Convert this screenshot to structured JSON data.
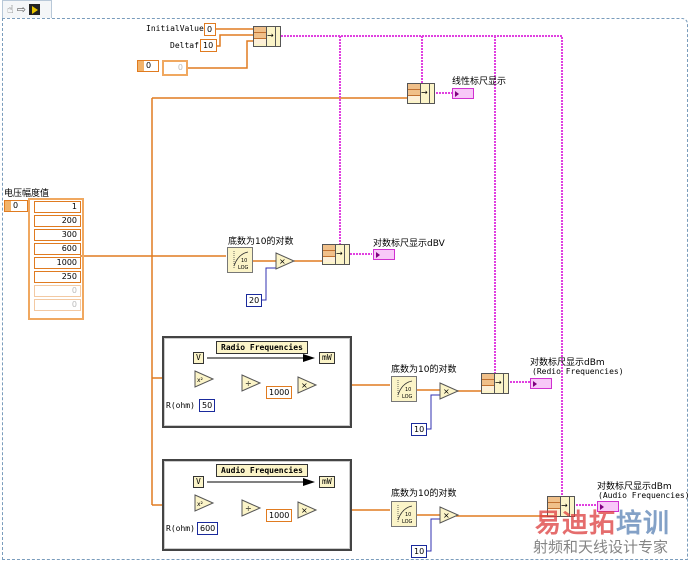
{
  "toolbar": {
    "icons": [
      "hand-icon",
      "arrow-right-icon",
      "run-icon"
    ],
    "hand_glyph": "☝",
    "arrow_glyph": "⇨"
  },
  "controls": {
    "initial_value": {
      "label": "InitialValue",
      "value": "0"
    },
    "deltaf": {
      "label": "Deltaf",
      "value": "10"
    },
    "top_array": {
      "index": "0",
      "first_value": "0"
    }
  },
  "voltage_array": {
    "label": "电压幅度值",
    "index": "0",
    "values": [
      "1",
      "200",
      "300",
      "600",
      "1000",
      "250"
    ],
    "empty_values": [
      "0",
      "0"
    ]
  },
  "indicators": {
    "linear": {
      "label": "线性标尺显示"
    },
    "log_dbv": {
      "label": "对数标尺显示dBV"
    },
    "log_dbm_radio": {
      "label_line1": "对数标尺显示dBm",
      "label_line2": "(Redio Frequencies)"
    },
    "log_dbm_audio": {
      "label_line1": "对数标尺显示dBm",
      "label_line2": "(Audio Frequencies)"
    }
  },
  "log_nodes": {
    "label": "底数为10的对数",
    "glyph_top": "10",
    "glyph_bottom": "LOG"
  },
  "constants": {
    "dbv_multiplier": "20",
    "radio_multiplier": "10",
    "audio_multiplier": "10",
    "radio_resistance": "50",
    "audio_resistance": "600",
    "radio_scale": "1000",
    "audio_scale": "1000"
  },
  "radio_structure": {
    "title": "Radio Frequencies",
    "from_unit": "V",
    "to_unit": "mW",
    "r_label": "R(ohm)"
  },
  "audio_structure": {
    "title": "Audio Frequencies",
    "from_unit": "V",
    "to_unit": "mW",
    "r_label": "R(ohm)"
  },
  "primitives": {
    "square": "x²",
    "divide": "÷",
    "multiply": "×"
  },
  "watermark": {
    "brand_red": "易迪拓",
    "brand_blue": "培训",
    "subtitle": "射频和天线设计专家"
  },
  "colors": {
    "numeric_wire": "#e07b20",
    "cluster_wire": "#e040e0",
    "integer_wire": "#3030b0",
    "diagram_border": "#7a9cbc"
  }
}
